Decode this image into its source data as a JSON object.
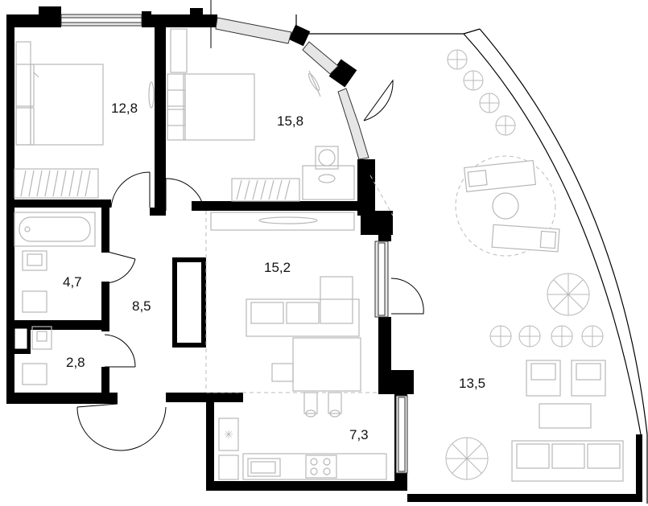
{
  "plan": {
    "rooms": [
      {
        "id": "bedroom-1",
        "area": "12,8"
      },
      {
        "id": "bedroom-2",
        "area": "15,8"
      },
      {
        "id": "living-room",
        "area": "15,2"
      },
      {
        "id": "bathroom",
        "area": "4,7"
      },
      {
        "id": "hallway",
        "area": "8,5"
      },
      {
        "id": "wc",
        "area": "2,8"
      },
      {
        "id": "kitchen",
        "area": "7,3"
      },
      {
        "id": "terrace",
        "area": "13,5"
      }
    ],
    "colors": {
      "wall": "#000000",
      "furniture": "#b8b8b8",
      "window_glass": "#e6e6e6",
      "background": "#ffffff"
    },
    "icons": [
      "snowflake-icon",
      "stove-icon",
      "sink-icon",
      "toilet-icon",
      "bathtub-icon",
      "bed-icon",
      "sofa-icon",
      "plant-icon",
      "sunbed-icon"
    ]
  }
}
